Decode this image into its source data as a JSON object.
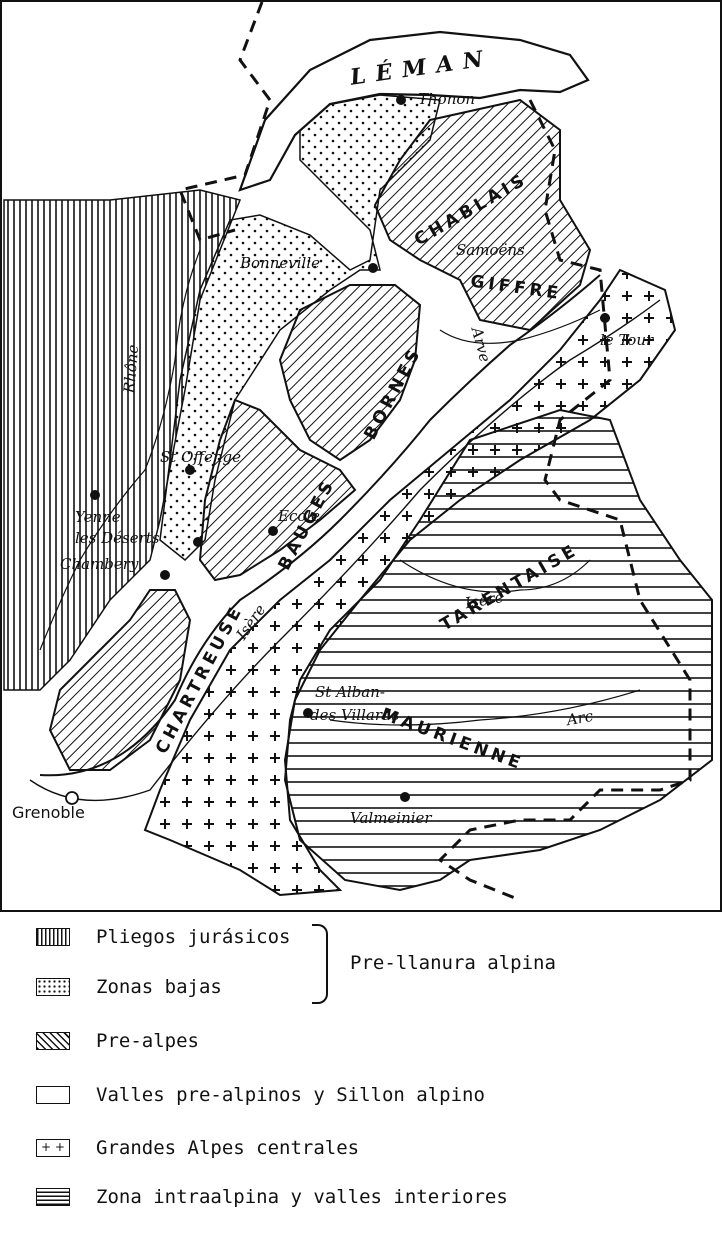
{
  "map": {
    "lake": "LÉMAN",
    "places": {
      "thonon": "Thonon",
      "samoens": "Samoëns",
      "bonneville": "Bonneville",
      "le_tour": "le Tour",
      "st_offenge": "St Offenge",
      "ecole": "Ecole",
      "yenne": "Yenne",
      "les_deserts": "les Déserts",
      "chambery": "Chambery",
      "st_alban": "St Alban-",
      "des_villards": "des Villards",
      "valmeinier": "Valmeinier",
      "grenoble": "Grenoble"
    },
    "regions": {
      "chablais": "CHABLAIS",
      "giffre": "GIFFRE",
      "bornes": "BORNES",
      "bauges": "BAUGES",
      "chartreuse": "CHARTREUSE",
      "tarentaise": "TARENTAISE",
      "maurienne": "MAURIENNE"
    },
    "rivers": {
      "rhone": "Rhône",
      "arve": "Arve",
      "isere_1": "Isère",
      "isere_2": "Isère",
      "arc": "Arc"
    }
  },
  "legend": {
    "items": [
      {
        "label": "Pliegos jurásicos",
        "pattern": "vertical-lines"
      },
      {
        "label": "Zonas bajas",
        "pattern": "dots"
      },
      {
        "label": "Pre-alpes",
        "pattern": "diagonal-lines"
      },
      {
        "label": "Valles pre-alpinos y Sillon alpino",
        "pattern": "blank"
      },
      {
        "label": "Grandes Alpes centrales",
        "pattern": "crosses"
      },
      {
        "label": "Zona intraalpina y valles interiores",
        "pattern": "horizontal-lines"
      }
    ],
    "group_label": "Pre-llanura alpina"
  }
}
